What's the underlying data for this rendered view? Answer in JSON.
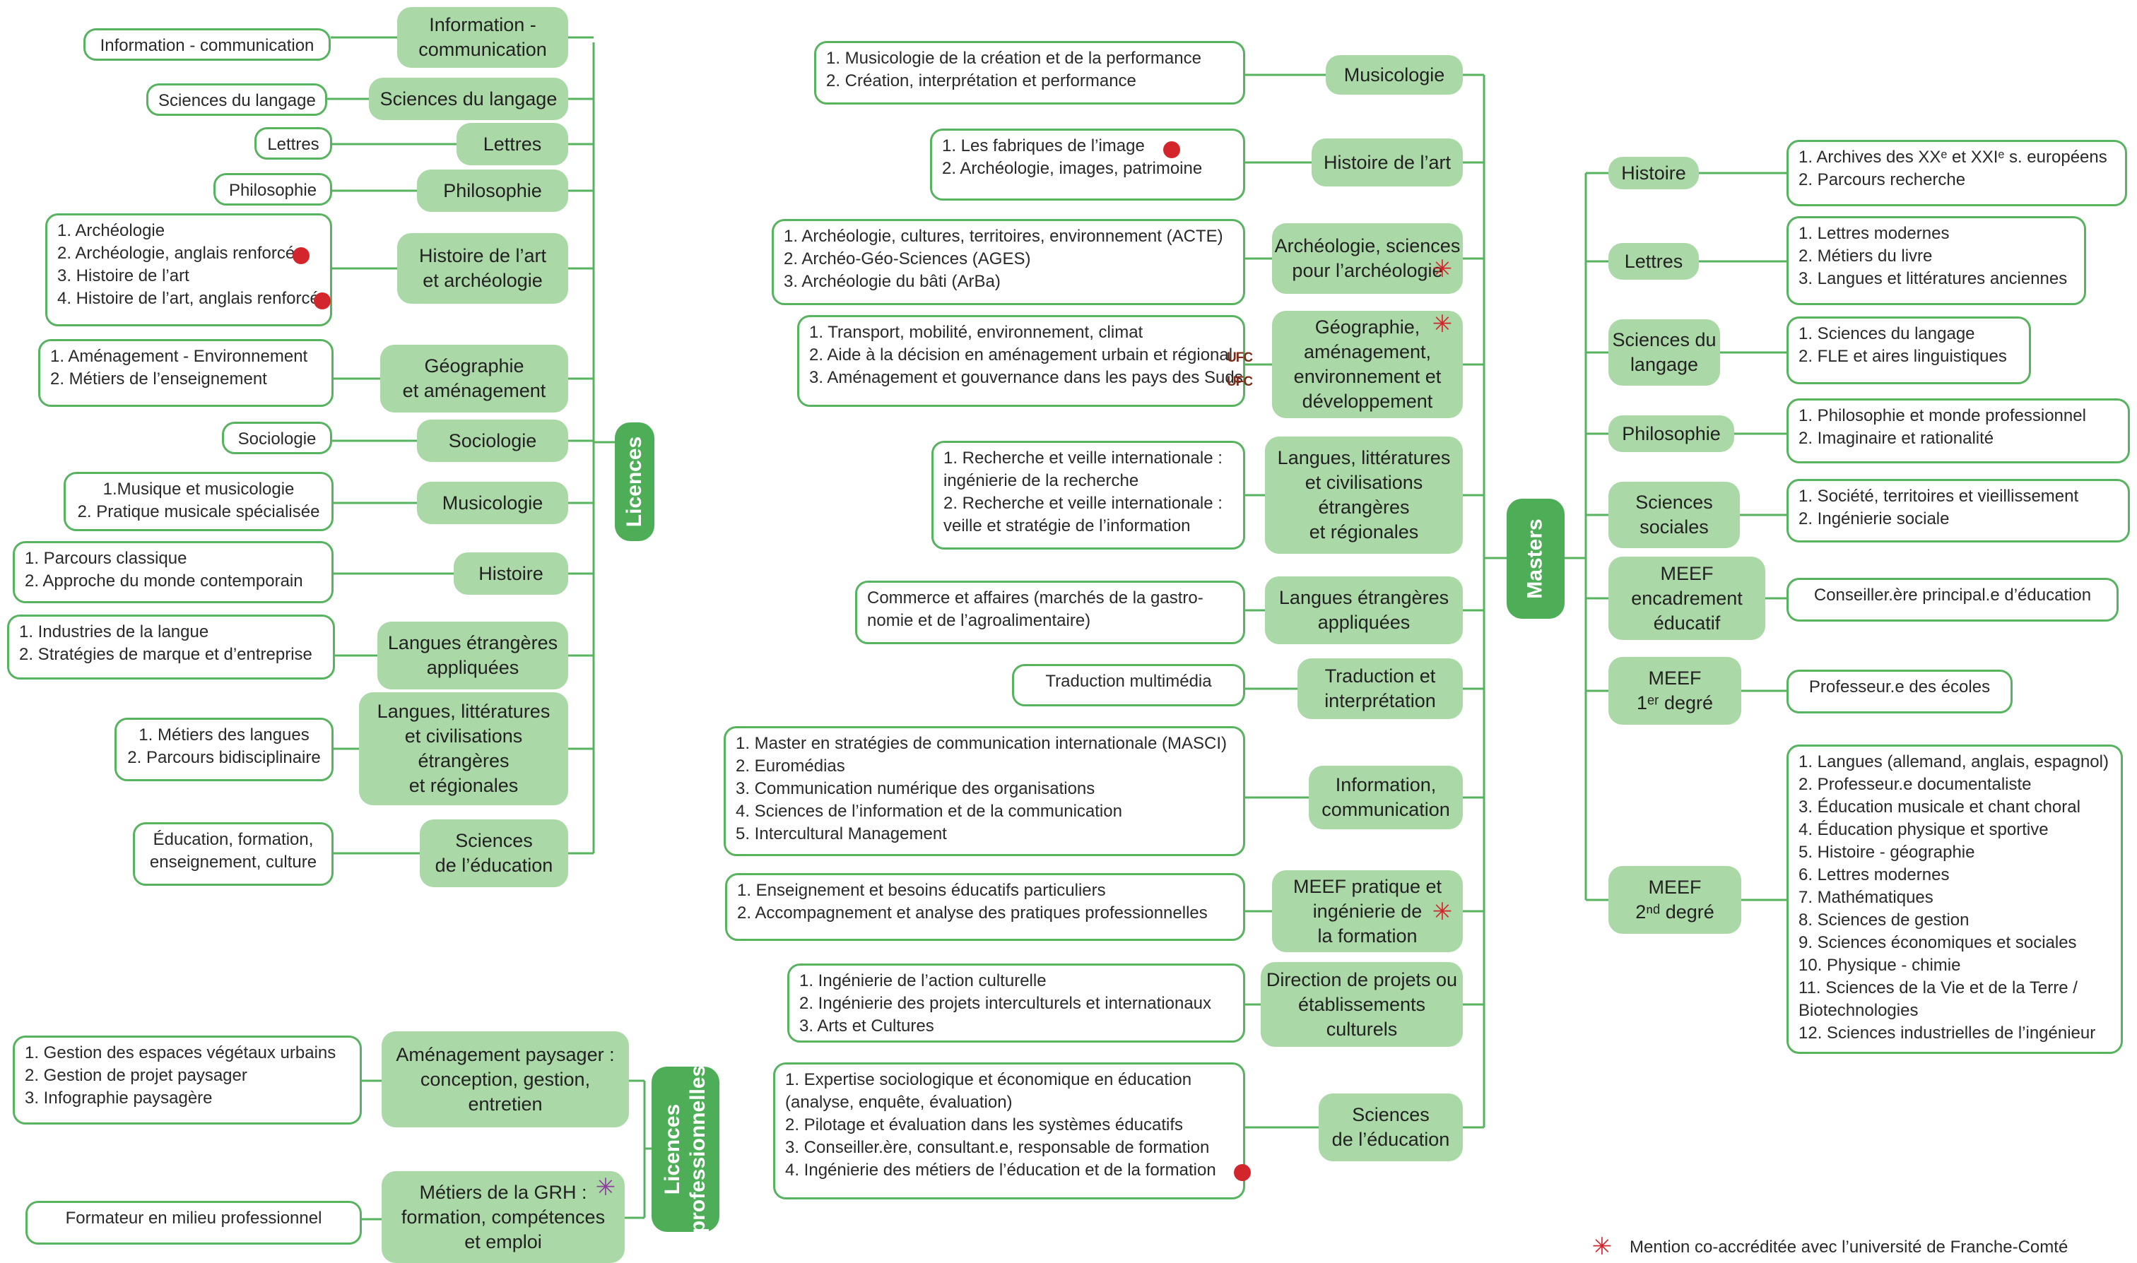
{
  "categories": {
    "licences": "Licences",
    "licences_pro": [
      "Licences",
      "professionnelles"
    ],
    "masters": "Masters"
  },
  "colors": {
    "line": "#57b35f",
    "mention_fill": "#abd8a7",
    "category_fill": "#4dae57",
    "dot": "#d3262c",
    "star_red": "#d3262c",
    "star_purple": "#8e3f9e",
    "ufc": "#7a2e1a"
  },
  "licences": [
    {
      "mention": [
        "Information -",
        "communication"
      ],
      "parcours": [
        "Information - communication"
      ]
    },
    {
      "mention": [
        "Sciences du langage"
      ],
      "parcours": [
        "Sciences du langage"
      ]
    },
    {
      "mention": [
        "Lettres"
      ],
      "parcours": [
        "Lettres"
      ]
    },
    {
      "mention": [
        "Philosophie"
      ],
      "parcours": [
        "Philosophie"
      ]
    },
    {
      "mention": [
        "Histoire de l’art",
        "et archéologie"
      ],
      "parcours": [
        "1. Archéologie",
        "2. Archéologie, anglais renforcé",
        "3. Histoire de l’art",
        "4. Histoire de l’art, anglais renforcé"
      ]
    },
    {
      "mention": [
        "Géographie",
        "et aménagement"
      ],
      "parcours": [
        "1. Aménagement - Environnement",
        "2. Métiers de l’enseignement"
      ]
    },
    {
      "mention": [
        "Sociologie"
      ],
      "parcours": [
        "Sociologie"
      ]
    },
    {
      "mention": [
        "Musicologie"
      ],
      "parcours": [
        "1.Musique et musicologie",
        "2. Pratique musicale spécialisée"
      ]
    },
    {
      "mention": [
        "Histoire"
      ],
      "parcours": [
        "1. Parcours classique",
        "2. Approche du monde contemporain"
      ]
    },
    {
      "mention": [
        "Langues étrangères",
        "appliquées"
      ],
      "parcours": [
        "1. Industries de la langue",
        "2. Stratégies de marque et d’entreprise"
      ]
    },
    {
      "mention": [
        "Langues, littératures",
        "et civilisations",
        "étrangères",
        "et régionales"
      ],
      "parcours": [
        "1. Métiers des langues",
        "2. Parcours bidisciplinaire"
      ]
    },
    {
      "mention": [
        "Sciences",
        "de l’éducation"
      ],
      "parcours": [
        "Éducation, formation,",
        "enseignement, culture"
      ]
    }
  ],
  "licences_pro": [
    {
      "mention": [
        "Aménagement paysager :",
        "conception, gestion,",
        "entretien"
      ],
      "parcours": [
        "1. Gestion des espaces végétaux urbains",
        "2. Gestion de projet paysager",
        "3. Infographie paysagère"
      ]
    },
    {
      "mention": [
        "Métiers de la GRH :",
        "formation, compétences",
        "et emploi"
      ],
      "parcours": [
        "Formateur en milieu professionnel"
      ]
    }
  ],
  "masters_left": [
    {
      "mention": [
        "Musicologie"
      ],
      "parcours": [
        "1. Musicologie de la création et de la performance",
        "2. Création, interprétation et performance"
      ]
    },
    {
      "mention": [
        "Histoire de l’art"
      ],
      "parcours": [
        "1. Les fabriques de l’image",
        "2. Archéologie, images, patrimoine"
      ]
    },
    {
      "mention": [
        "Archéologie, sciences",
        "pour l’archéologie"
      ],
      "parcours": [
        "1. Archéologie, cultures, territoires, environnement (ACTE)",
        "2. Archéo-Géo-Sciences (AGES)",
        "3. Archéologie du bâti (ArBa)"
      ]
    },
    {
      "mention": [
        "Géographie,",
        "aménagement,",
        "environnement et",
        "développement"
      ],
      "parcours": [
        "1. Transport, mobilité, environnement, climat",
        "2. Aide à la décision en aménagement urbain et régional",
        "3. Aménagement et gouvernance dans les pays des Suds"
      ]
    },
    {
      "mention": [
        "Langues, littératures",
        "et civilisations",
        "étrangères",
        "et régionales"
      ],
      "parcours": [
        "1. Recherche et veille internationale :",
        "ingénierie de la recherche",
        "2. Recherche et veille internationale :",
        "veille et stratégie de l’information"
      ]
    },
    {
      "mention": [
        "Langues étrangères",
        "appliquées"
      ],
      "parcours": [
        "Commerce et affaires (marchés de la gastro-",
        "nomie et de l’agroalimentaire)"
      ]
    },
    {
      "mention": [
        "Traduction et",
        "interprétation"
      ],
      "parcours": [
        "Traduction multimédia"
      ]
    },
    {
      "mention": [
        "Information,",
        "communication"
      ],
      "parcours": [
        "1. Master en stratégies de communication internationale (MASCI)",
        "2. Euromédias",
        "3. Communication numérique des organisations",
        "4. Sciences de l’information et de la communication",
        "5. Intercultural Management"
      ]
    },
    {
      "mention": [
        "MEEF pratique et",
        "ingénierie de",
        "la formation"
      ],
      "parcours": [
        "1. Enseignement et besoins éducatifs particuliers",
        "2. Accompagnement et analyse des pratiques professionnelles"
      ]
    },
    {
      "mention": [
        "Direction de projets ou",
        "établissements",
        "culturels"
      ],
      "parcours": [
        "1. Ingénierie de l’action culturelle",
        "2. Ingénierie des projets interculturels et internationaux",
        "3. Arts et Cultures"
      ]
    },
    {
      "mention": [
        "Sciences",
        "de l’éducation"
      ],
      "parcours": [
        "1. Expertise sociologique et économique en éducation",
        "(analyse, enquête, évaluation)",
        "2. Pilotage et évaluation dans les systèmes éducatifs",
        "3. Conseiller.ère, consultant.e, responsable de formation",
        "4. Ingénierie des métiers de l’éducation et de la formation"
      ]
    }
  ],
  "masters_right": [
    {
      "mention": [
        "Histoire"
      ],
      "parcours": [
        "1. Archives des XXᵉ et XXIᵉ s. européens",
        "2. Parcours recherche"
      ]
    },
    {
      "mention": [
        "Lettres"
      ],
      "parcours": [
        "1. Lettres modernes",
        "2. Métiers du livre",
        "3. Langues et littératures anciennes"
      ]
    },
    {
      "mention": [
        "Sciences du",
        "langage"
      ],
      "parcours": [
        "1. Sciences du langage",
        "2. FLE et aires linguistiques"
      ]
    },
    {
      "mention": [
        "Philosophie"
      ],
      "parcours": [
        "1. Philosophie et monde professionnel",
        "2. Imaginaire et rationalité"
      ]
    },
    {
      "mention": [
        "Sciences",
        "sociales"
      ],
      "parcours": [
        "1. Société, territoires et vieillissement",
        "2. Ingénierie sociale"
      ]
    },
    {
      "mention": [
        "MEEF",
        "encadrement",
        "éducatif"
      ],
      "parcours": [
        "Conseiller.ère principal.e d’éducation"
      ]
    },
    {
      "mention": [
        "MEEF",
        "1ᵉʳ degré"
      ],
      "parcours": [
        "Professeur.e des écoles"
      ]
    },
    {
      "mention": [
        "MEEF",
        "2ⁿᵈ degré"
      ],
      "parcours": [
        "1. Langues (allemand, anglais, espagnol)",
        "2. Professeur.e documentaliste",
        "3. Éducation musicale et chant choral",
        "4. Éducation physique et sportive",
        "5. Histoire - géographie",
        "6. Lettres modernes",
        "7. Mathématiques",
        "8. Sciences de gestion",
        "9. Sciences économiques et sociales",
        "10. Physique - chimie",
        "11. Sciences de la Vie et de la Terre /",
        "Biotechnologies",
        "12. Sciences industrielles de l’ingénieur"
      ]
    }
  ],
  "markers": {
    "star": "✳",
    "ufc": "UFC"
  },
  "legend": {
    "text": "Mention co-accréditée avec l’université de Franche-Comté"
  }
}
